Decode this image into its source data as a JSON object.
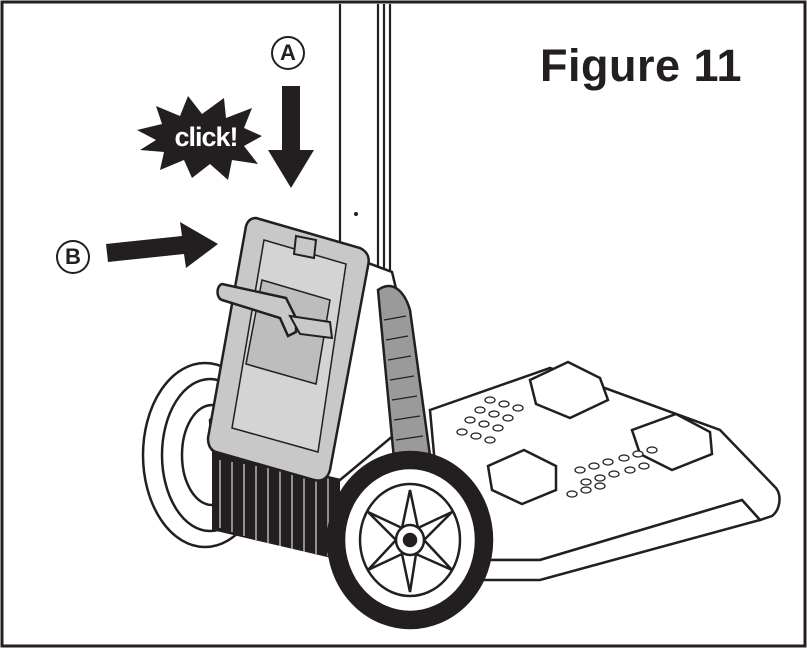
{
  "figure": {
    "title": "Figure 11",
    "callout_a": "A",
    "callout_b": "B",
    "click_label": "click!"
  },
  "colors": {
    "line": "#231f20",
    "panel_fill": "#c8c8c8",
    "background": "#ffffff"
  },
  "icons": [
    "click-starburst-icon",
    "arrow-down-icon",
    "arrow-right-icon"
  ]
}
